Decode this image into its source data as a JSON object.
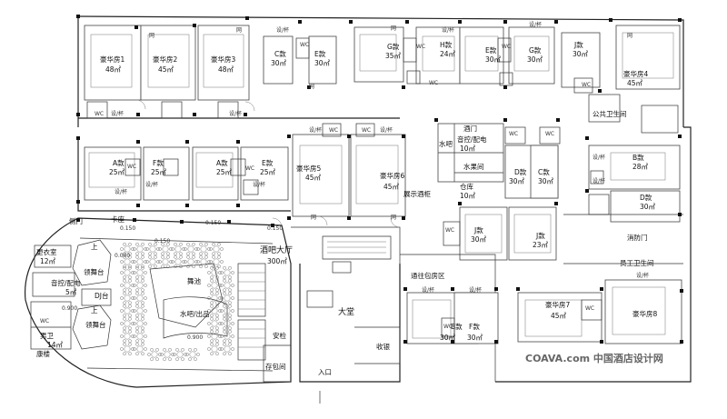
{
  "rooms": {
    "luxury_1": {
      "name": "豪华房1",
      "area": "48㎡"
    },
    "luxury_2": {
      "name": "豪华房2",
      "area": "45㎡"
    },
    "luxury_3": {
      "name": "豪华房3",
      "area": "48㎡"
    },
    "luxury_4": {
      "name": "豪华房4",
      "area": "45㎡"
    },
    "luxury_5": {
      "name": "豪华房5",
      "area": "45㎡"
    },
    "luxury_6": {
      "name": "豪华房6",
      "area": "45㎡"
    },
    "luxury_7": {
      "name": "豪华房7",
      "area": "45㎡"
    },
    "luxury_8": {
      "name": "豪华房8",
      "area": ""
    },
    "c_top": {
      "name": "C款",
      "area": "30㎡"
    },
    "e_top": {
      "name": "E款",
      "area": "30㎡"
    },
    "g_top1": {
      "name": "G款",
      "area": "35㎡"
    },
    "h_top": {
      "name": "H款",
      "area": "24㎡"
    },
    "e_top2": {
      "name": "E款",
      "area": "30㎡"
    },
    "g_top2": {
      "name": "G款",
      "area": "30㎡"
    },
    "j_top": {
      "name": "J款",
      "area": "30㎡"
    },
    "a_mid1": {
      "name": "A款",
      "area": "25㎡"
    },
    "f_mid": {
      "name": "F款",
      "area": "25㎡"
    },
    "a_mid2": {
      "name": "A款",
      "area": "25㎡"
    },
    "e_mid": {
      "name": "E款",
      "area": "25㎡"
    },
    "d_mid": {
      "name": "D款",
      "area": "30㎡"
    },
    "c_mid": {
      "name": "C款",
      "area": "30㎡"
    },
    "b_right": {
      "name": "B款",
      "area": "28㎡"
    },
    "d_right": {
      "name": "D款",
      "area": "30㎡"
    },
    "j_low": {
      "name": "J款",
      "area": "30㎡"
    },
    "j_low2": {
      "name": "J款",
      "area": "23㎡"
    },
    "b_bottom": {
      "name": "B款",
      "area": "30㎡"
    },
    "f_bottom": {
      "name": "F款",
      "area": "30㎡"
    }
  },
  "labels": {
    "sound_control": "音控/配电",
    "sound_control_area": "10㎡",
    "fruit_room": "水果间",
    "warehouse": "仓库",
    "warehouse_area": "10㎡",
    "water_bar_top": "水吧",
    "corridor": "酒门",
    "display_wine_cabinet": "展示酒柜",
    "public_restroom": "公共卫生间",
    "fire_exit": "消防门",
    "employee_restroom": "员工卫生间",
    "to_private_rooms": "通往包房区",
    "lobby": "大堂",
    "cashier": "收银",
    "security": "安检",
    "bag_storage": "存包间",
    "entrance": "入口",
    "bar_hall": "酒吧大厅",
    "bar_hall_area": "300㎡",
    "dance_floor": "舞池",
    "water_bar_dessert": "水吧/出品",
    "card_seat": "卡座",
    "changing_room": "更衣室",
    "changing_room_area": "12㎡",
    "sound_control_2": "音控/配电",
    "sound_control_2_area": "5㎡",
    "dj_booth": "DJ台",
    "lead_stage_1": "领舞台",
    "lead_stage_2": "领舞台",
    "male": "男卫",
    "male_area": "14㎡",
    "female": "康楼",
    "up1": "上",
    "up2": "上",
    "side_door": "侧门",
    "wc": "WC",
    "equip_cabinet": "设/杯",
    "net": "网",
    "dim_0150a": "0.150",
    "dim_0150b": "0.150",
    "dim_0150c": "0.150",
    "dim_0150d": "0.150",
    "dim_0000": "0.000",
    "dim_0900": "0.900",
    "dim_0900b": "0.900"
  },
  "watermark": "COAVA.com 中国酒店设计网",
  "colors": {
    "line": "#222222",
    "background": "#ffffff"
  }
}
